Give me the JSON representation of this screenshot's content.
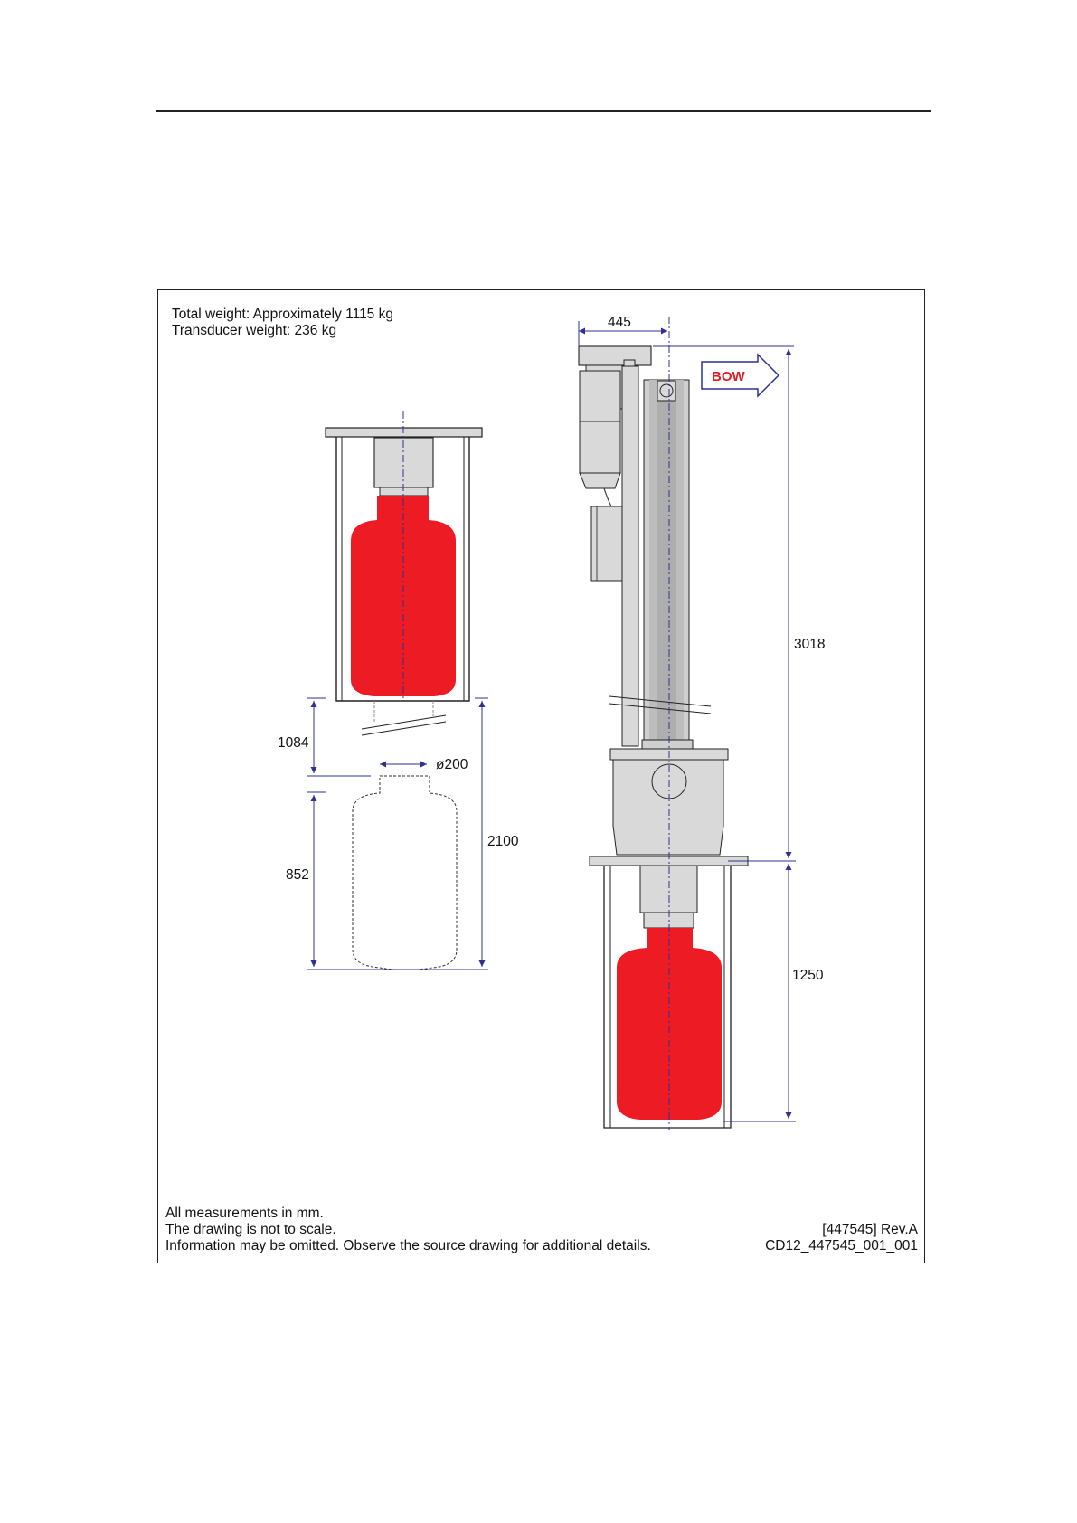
{
  "header": {
    "weight_total": "Total weight: Approximately 1115 kg",
    "weight_transducer": "Transducer weight: 236 kg"
  },
  "dimensions": {
    "left_retracted_gap": "1084",
    "shaft_diameter": "ø200",
    "transducer_height": "852",
    "total_stroke": "2100",
    "top_offset": "445",
    "hull_unit_height": "3018",
    "trunk_depth": "1250"
  },
  "labels": {
    "bow": "BOW"
  },
  "footer": {
    "line1": "All measurements in mm.",
    "line2": "The drawing is not to scale.",
    "line3": "Information may be omitted. Observe the source drawing for additional details.",
    "ref": "[447545] Rev.A",
    "code": "CD12_447545_001_001"
  },
  "colors": {
    "transducer": "#ed1c24",
    "metal": "#d9d9d9",
    "dimension_line": "#2e3192",
    "outline": "#222222"
  }
}
